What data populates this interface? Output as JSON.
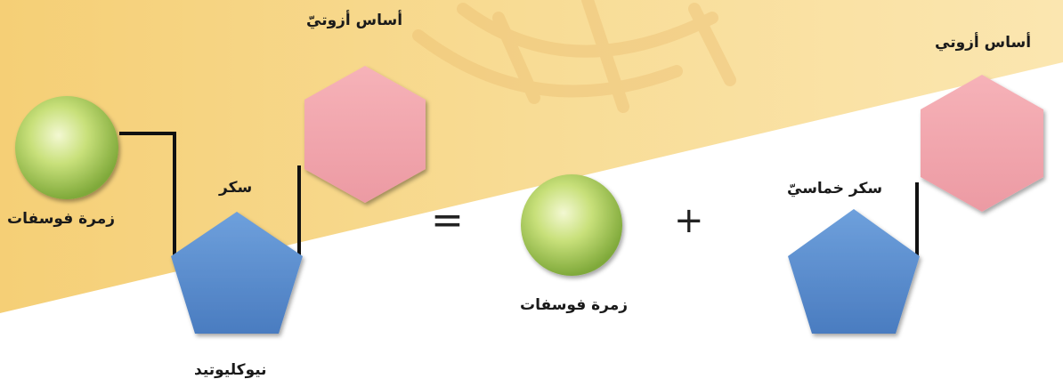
{
  "left": {
    "phosphate_label": "زمرة فوسفات",
    "sugar_label": "سكر",
    "base_label": "أساس أزوتيّ",
    "caption": "نيوكليوتيد"
  },
  "operators": {
    "equals": "=",
    "plus": "+"
  },
  "middle": {
    "phosphate_label": "زمرة فوسفات"
  },
  "right": {
    "base_label": "أساس أزوتي",
    "sugar_label": "سكر خماسيّ"
  },
  "colors": {
    "phosphate": "#a6cc4e",
    "sugar": "#5b8fd0",
    "base": "#f2a3ab",
    "background_band": "#f7d887"
  }
}
